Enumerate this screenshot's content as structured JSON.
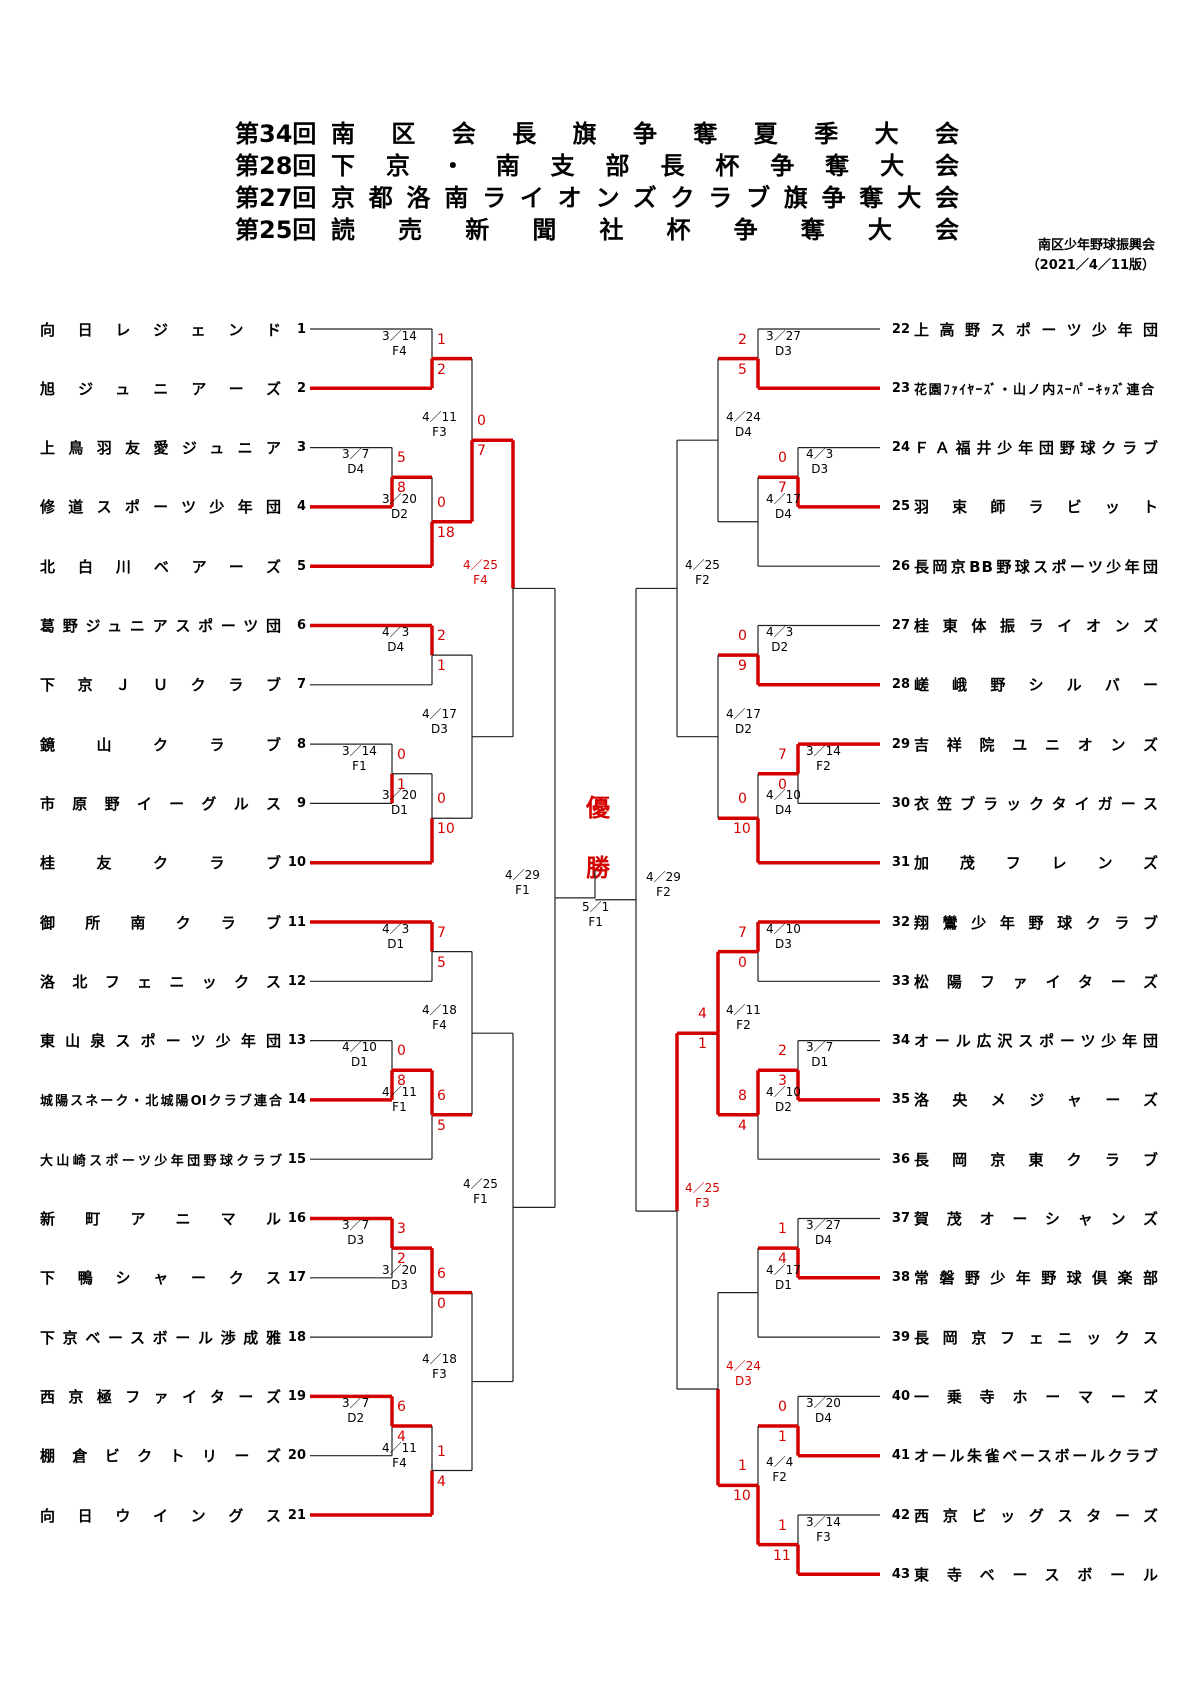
{
  "titles": [
    {
      "num": "第34回",
      "text": "南区会長旗争奪夏季大会"
    },
    {
      "num": "第28回",
      "text": "下京・南支部長杯争奪大会"
    },
    {
      "num": "第27回",
      "text": "京都洛南ライオンズクラブ旗争奪大会"
    },
    {
      "num": "第25回",
      "text": "読売新聞社杯争奪大会"
    }
  ],
  "organizer": {
    "name": "南区少年野球振興会",
    "version": "（2021／4／11版）"
  },
  "champion_label": "優勝",
  "colors": {
    "winner": "#d40000",
    "line": "#222222"
  },
  "teams_left": [
    {
      "no": "1",
      "name": "向日レジェンド"
    },
    {
      "no": "2",
      "name": "旭ジュニアーズ"
    },
    {
      "no": "3",
      "name": "上鳥羽友愛ジュニア"
    },
    {
      "no": "4",
      "name": "修道スポーツ少年団"
    },
    {
      "no": "5",
      "name": "北白川ベアーズ"
    },
    {
      "no": "6",
      "name": "葛野ジュニアスポーツ団"
    },
    {
      "no": "7",
      "name": "下京ＪＵクラブ"
    },
    {
      "no": "8",
      "name": "鏡山クラブ"
    },
    {
      "no": "9",
      "name": "市原野イーグルス"
    },
    {
      "no": "10",
      "name": "桂友クラブ"
    },
    {
      "no": "11",
      "name": "御所南クラブ"
    },
    {
      "no": "12",
      "name": "洛北フェニックス"
    },
    {
      "no": "13",
      "name": "東山泉スポーツ少年団"
    },
    {
      "no": "14",
      "name": "城陽スネーク・北城陽OIクラブ連合"
    },
    {
      "no": "15",
      "name": "大山崎スポーツ少年団野球クラブ"
    },
    {
      "no": "16",
      "name": "新町アニマル"
    },
    {
      "no": "17",
      "name": "下鴨シャークス"
    },
    {
      "no": "18",
      "name": "下京ベースボール渉成雅"
    },
    {
      "no": "19",
      "name": "西京極ファイターズ"
    },
    {
      "no": "20",
      "name": "棚倉ビクトリーズ"
    },
    {
      "no": "21",
      "name": "向日ウイングス"
    }
  ],
  "teams_right": [
    {
      "no": "22",
      "name": "上高野スポーツ少年団"
    },
    {
      "no": "23",
      "name": "花園ﾌｧｲﾔｰｽﾞ・山ノ内ｽｰﾊﾟｰｷｯｽﾞ連合"
    },
    {
      "no": "24",
      "name": "ＦＡ福井少年団野球クラブ"
    },
    {
      "no": "25",
      "name": "羽束師ラビット"
    },
    {
      "no": "26",
      "name": "長岡京BB野球スポーツ少年団"
    },
    {
      "no": "27",
      "name": "桂東体振ライオンズ"
    },
    {
      "no": "28",
      "name": "嵯峨野シルバー"
    },
    {
      "no": "29",
      "name": "吉祥院ユニオンズ"
    },
    {
      "no": "30",
      "name": "衣笠ブラックタイガース"
    },
    {
      "no": "31",
      "name": "加茂フレンズ"
    },
    {
      "no": "32",
      "name": "翔鸞少年野球クラブ"
    },
    {
      "no": "33",
      "name": "松陽ファイターズ"
    },
    {
      "no": "34",
      "name": "オール広沢スポーツ少年団"
    },
    {
      "no": "35",
      "name": "洛央メジャーズ"
    },
    {
      "no": "36",
      "name": "長岡京東クラブ"
    },
    {
      "no": "37",
      "name": "賀茂オーシャンズ"
    },
    {
      "no": "38",
      "name": "常磐野少年野球倶楽部"
    },
    {
      "no": "39",
      "name": "長岡京フェニックス"
    },
    {
      "no": "40",
      "name": "一乗寺ホーマーズ"
    },
    {
      "no": "41",
      "name": "オール朱雀ベースボールクラブ"
    },
    {
      "no": "42",
      "name": "西京ビッグスターズ"
    },
    {
      "no": "43",
      "name": "東寺ベースボール"
    }
  ],
  "match_labels": {
    "l_m12": {
      "date": "3／14",
      "field": "F4"
    },
    "l_m34": {
      "date": "3／7",
      "field": "D4"
    },
    "l_m345": {
      "date": "3／20",
      "field": "D2"
    },
    "l_m2345": {
      "date": "4／11",
      "field": "F3"
    },
    "l_m67": {
      "date": "4／3",
      "field": "D4"
    },
    "l_m89": {
      "date": "3／14",
      "field": "F1"
    },
    "l_m8910": {
      "date": "3／20",
      "field": "D1"
    },
    "l_m7810": {
      "date": "4／17",
      "field": "D3"
    },
    "l_qf_top": {
      "date": "4／25",
      "field": "F4"
    },
    "l_m1112": {
      "date": "4／3",
      "field": "D1"
    },
    "l_m1314": {
      "date": "4／10",
      "field": "D1"
    },
    "l_m1415": {
      "date": "4／11",
      "field": "F1"
    },
    "l_m1214": {
      "date": "4／18",
      "field": "F4"
    },
    "l_m1617": {
      "date": "3／7",
      "field": "D3"
    },
    "l_m1718": {
      "date": "3／20",
      "field": "D3"
    },
    "l_m1920": {
      "date": "3／7",
      "field": "D2"
    },
    "l_m2021": {
      "date": "4／11",
      "field": "F4"
    },
    "l_m1721": {
      "date": "4／18",
      "field": "F3"
    },
    "l_qf_bot": {
      "date": "4／25",
      "field": "F1"
    },
    "l_sf": {
      "date": "4／29",
      "field": "F1"
    },
    "final": {
      "date": "5／1",
      "field": "F1"
    },
    "r_sf": {
      "date": "4／29",
      "field": "F2"
    },
    "r_m2223": {
      "date": "3／27",
      "field": "D3"
    },
    "r_m2425": {
      "date": "4／3",
      "field": "D3"
    },
    "r_m2526": {
      "date": "4／17",
      "field": "D4"
    },
    "r_m2326": {
      "date": "4／24",
      "field": "D4"
    },
    "r_qf_top": {
      "date": "4／25",
      "field": "F2"
    },
    "r_m2728": {
      "date": "4／3",
      "field": "D2"
    },
    "r_m2930": {
      "date": "3／14",
      "field": "F2"
    },
    "r_m2931": {
      "date": "4／10",
      "field": "D4"
    },
    "r_m2831": {
      "date": "4／17",
      "field": "D2"
    },
    "r_m3233": {
      "date": "4／10",
      "field": "D3"
    },
    "r_m3435": {
      "date": "3／7",
      "field": "D1"
    },
    "r_m3536": {
      "date": "4／10",
      "field": "D2"
    },
    "r_m3236": {
      "date": "4／11",
      "field": "F2"
    },
    "r_qf_bot": {
      "date": "4／25",
      "field": "F3"
    },
    "r_m3738": {
      "date": "3／27",
      "field": "D4"
    },
    "r_m3839": {
      "date": "4／17",
      "field": "D1"
    },
    "r_m3843": {
      "date": "4／24",
      "field": "D3"
    },
    "r_m4041": {
      "date": "3／20",
      "field": "D4"
    },
    "r_m4143": {
      "date": "4／4",
      "field": "F2"
    },
    "r_m4243": {
      "date": "3／14",
      "field": "F3"
    }
  },
  "scores": {
    "s1": "1",
    "s2": "2",
    "s3": "5",
    "s4": "8",
    "s5": "0",
    "s6": "18",
    "s7": "0",
    "s8": "7",
    "s9": "2",
    "s10": "1",
    "s11": "0",
    "s12": "1",
    "s13": "0",
    "s14": "10",
    "s15": "7",
    "s16": "5",
    "s17": "0",
    "s18": "8",
    "s19": "6",
    "s20": "5",
    "s21": "3",
    "s22": "2",
    "s23": "6",
    "s24": "0",
    "s25": "6",
    "s26": "4",
    "s27": "1",
    "s28": "4",
    "r1": "2",
    "r2": "5",
    "r3": "0",
    "r4": "7",
    "r5": "0",
    "r6": "9",
    "r7": "7",
    "r8": "0",
    "r9": "0",
    "r10": "10",
    "r11": "7",
    "r12": "0",
    "r13": "2",
    "r14": "3",
    "r15": "8",
    "r16": "4",
    "r17": "4",
    "r18": "1",
    "r19": "1",
    "r20": "4",
    "r21": "0",
    "r22": "1",
    "r23": "1",
    "r24": "10",
    "r25": "1",
    "r26": "11"
  }
}
